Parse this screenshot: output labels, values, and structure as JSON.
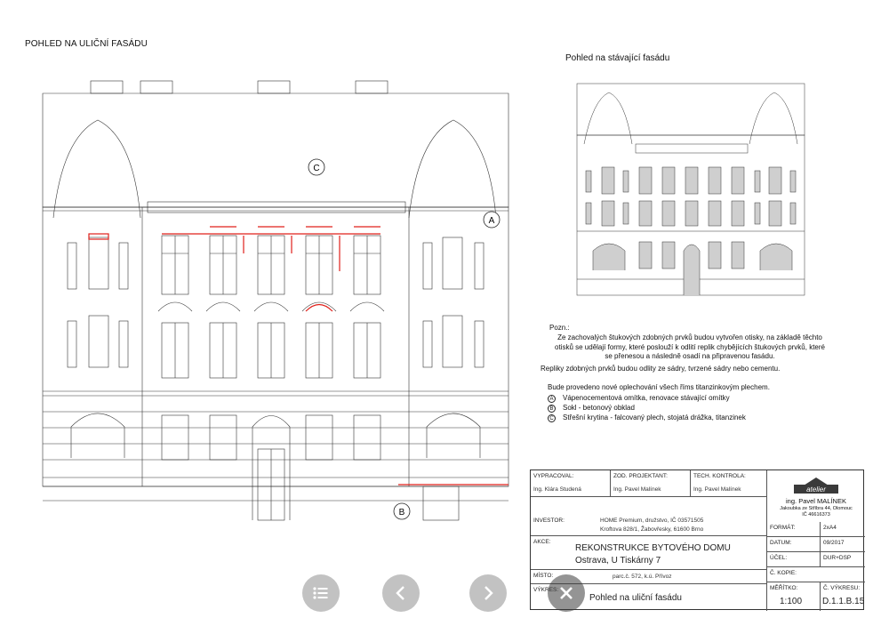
{
  "titles": {
    "main": "POHLED NA ULIČNÍ FASÁDU",
    "existing": "Pohled na stávající fasádu"
  },
  "markers": {
    "a": "A",
    "b": "B",
    "c": "C"
  },
  "notes": {
    "heading": "Pozn.:",
    "para1": [
      "Ze zachovalých štukových zdobných prvků budou vytvořen otisky, na základě těchto",
      "otisků se udělají formy, které poslouží k odlití replik chybějících štukových prvků, které",
      "se přenesou a následně osadí na připravenou fasádu."
    ],
    "para2": "Repliky zdobných prvků budou odlity ze sádry, tvrzené sádry nebo cementu.",
    "para3": "Bude provedeno nové oplechování všech říms titanzinkovým plechem.",
    "legend": [
      {
        "mark": "A",
        "text": "Vápenocementová omítka, renovace stávající omítky"
      },
      {
        "mark": "B",
        "text": "Sokl - betonový obklad"
      },
      {
        "mark": "C",
        "text": "Střešní krytina - falcovaný plech, stojatá drážka, titanzinek"
      }
    ]
  },
  "title_block": {
    "vypracoval_label": "VYPRACOVAL:",
    "vypracoval": "Ing. Klára Studená",
    "zod_label": "ZOD. PROJEKTANT:",
    "zod": "Ing. Pavel Malínek",
    "tech_label": "TECH. KONTROLA:",
    "tech": "Ing. Pavel Malínek",
    "logo_text": "atelier",
    "firm_name": "ing. Pavel  MALÍNEK",
    "firm_addr1": "Jakoubka ze Stříbra 44, Olomouc",
    "firm_addr2": "IČ 46616373",
    "investor_label": "INVESTOR:",
    "investor1": "HOME Premium, družstvo, IČ 03571505",
    "investor2": "Kroftova 828/1, Žabovřesky, 61600 Brno",
    "akce_label": "AKCE:",
    "akce1": "REKONSTRUKCE BYTOVÉHO DOMU",
    "akce2": "Ostrava, U Tiskárny 7",
    "misto_label": "MÍSTO:",
    "misto": "parc.č. 572, k.ú. Přívoz",
    "vykres_label": "VÝKRES:",
    "vykres": "Pohled na uliční fasádu",
    "format_label": "FORMÁT:",
    "format": "2xA4",
    "datum_label": "DATUM:",
    "datum": "09/2017",
    "ucel_label": "ÚČEL:",
    "ucel": "DUR+DSP",
    "kopie_label": "Č. KOPIE:",
    "kopie": "",
    "meritko_label": "MĚŘÍTKO:",
    "meritko": "1:100",
    "cislo_label": "Č. VÝKRESU:",
    "cislo": "D.1.1.B.15"
  },
  "viewer": {
    "icons": [
      "list-icon",
      "chevron-left-icon",
      "chevron-right-icon",
      "close-icon"
    ]
  }
}
